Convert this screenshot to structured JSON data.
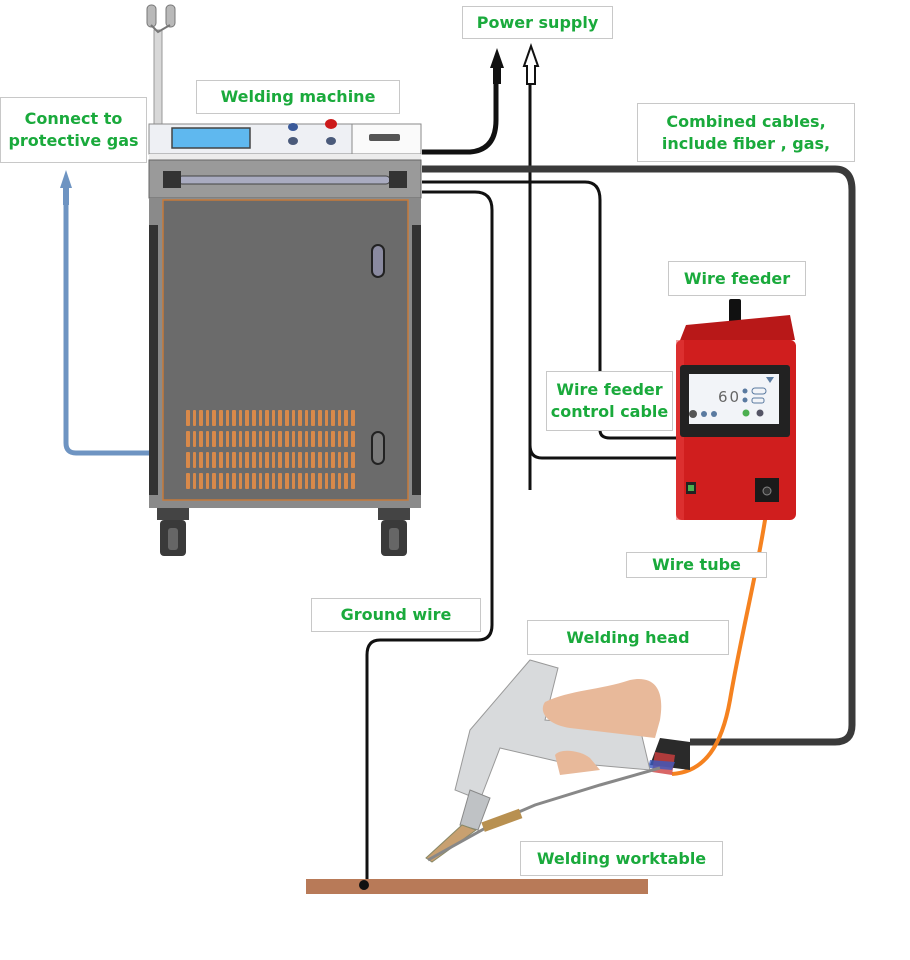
{
  "title": "Laser welding machine connection diagram",
  "labels": {
    "protective_gas": [
      "Connect to",
      "protective gas"
    ],
    "welding_machine": "Welding machine",
    "power_supply": "Power supply",
    "combined_cables": [
      "Combined cables,",
      "include fiber , gas,"
    ],
    "wire_feeder": "Wire feeder",
    "wire_feeder_control_cable": [
      "Wire feeder",
      "control cable"
    ],
    "wire_tube": "Wire tube",
    "ground_wire": "Ground wire",
    "welding_head": "Welding head",
    "welding_worktable": "Welding worktable"
  },
  "wire_feeder_screen": {
    "value": "60"
  },
  "colors": {
    "label_text": "#1aaa3c",
    "gas_line": "#6e94c2",
    "cable": "#111111",
    "combined_cable": "#3a3a3a",
    "wire_tube": "#f58220",
    "worktable": "#b87a58",
    "machine_body": "#6b6b6b",
    "wire_feeder_body": "#d01e1e"
  }
}
